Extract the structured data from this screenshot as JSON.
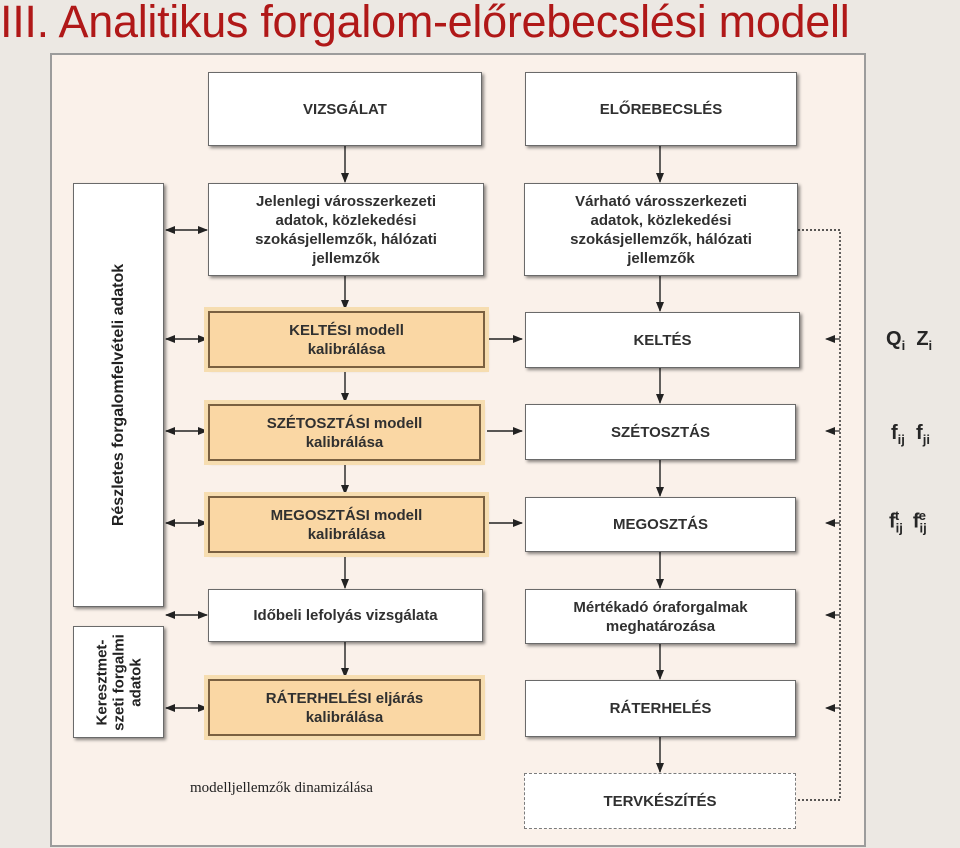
{
  "title": "III. Analitikus forgalom-előrebecslési modell",
  "left_column": {
    "survey_label": "Részletes forgalomfelvételi adatok",
    "cross_label_line1": "Keresztmet-",
    "cross_label_line2": "szeti forgalmi",
    "cross_label_line3": "adatok"
  },
  "vizsgalat": {
    "header": "VIZSGÁLAT",
    "current_data": "Jelenlegi városszerkezeti\nadatok, közlekedési\nszokásjellemzők, hálózati\njellemzők",
    "generation_calibration": "KELTÉSI modell\nkalibrálása",
    "distribution_calibration": "SZÉTOSZTÁSI modell\nkalibrálása",
    "modal_split_calibration": "MEGOSZTÁSI modell\nkalibrálása",
    "temporal_analysis": "Időbeli lefolyás vizsgálata",
    "assignment_calibration": "RÁTERHELÉSI eljárás\nkalibrálása"
  },
  "elorebecsles": {
    "header": "ELŐREBECSLÉS",
    "expected_data": "Várható városszerkezeti\nadatok, közlekedési\nszokásjellemzők, hálózati\njellemzők",
    "generation": "KELTÉS",
    "distribution": "SZÉTOSZTÁS",
    "modal_split": "MEGOSZTÁS",
    "peak_hour": "Mértékadó óraforgalmak\nmeghatározása",
    "assignment": "RÁTERHELÉS",
    "planning": "TERVKÉSZÍTÉS"
  },
  "symbols": {
    "Q": "Q",
    "Q_sub": "i",
    "Z": "Z",
    "Z_sub": "i",
    "f": "f",
    "ij": "ij",
    "ji": "ji",
    "t": "t",
    "e": "e"
  },
  "caption": "modelljellemzők dinamizálása",
  "colors": {
    "title": "#b01818",
    "calibration_fill": "#fad7a4",
    "panel": "#faf1ea",
    "background": "#ece8e3"
  }
}
